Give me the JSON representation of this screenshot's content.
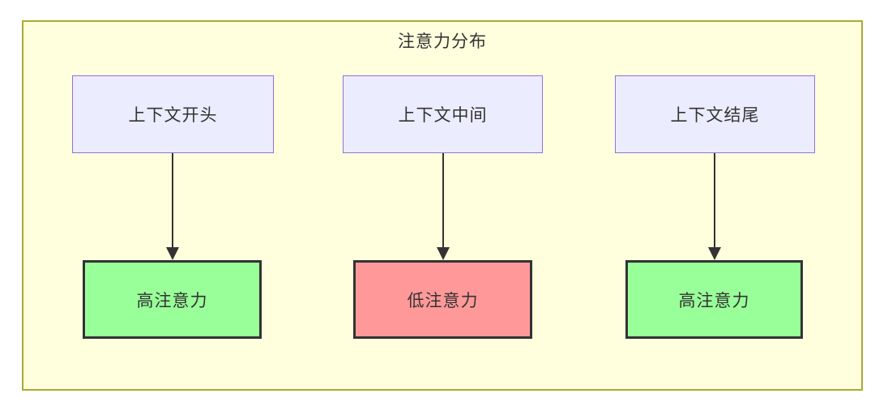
{
  "diagram": {
    "title": "注意力分布",
    "top_nodes": [
      {
        "label": "上下文开头"
      },
      {
        "label": "上下文中间"
      },
      {
        "label": "上下文结尾"
      }
    ],
    "bottom_nodes": [
      {
        "label": "高注意力",
        "status": "high"
      },
      {
        "label": "低注意力",
        "status": "low"
      },
      {
        "label": "高注意力",
        "status": "high"
      }
    ],
    "edges": [
      {
        "from": "上下文开头",
        "to": "高注意力"
      },
      {
        "from": "上下文中间",
        "to": "低注意力"
      },
      {
        "from": "上下文结尾",
        "to": "高注意力"
      }
    ],
    "colors": {
      "container_bg": "#ffffde",
      "container_border": "#aaaa33",
      "node_bg": "#ececff",
      "node_border": "#9370db",
      "high_attention_bg": "#99ff99",
      "low_attention_bg": "#ff9999",
      "emphasis_border": "#333333",
      "arrow_line": "#333333",
      "text": "#333333"
    }
  }
}
